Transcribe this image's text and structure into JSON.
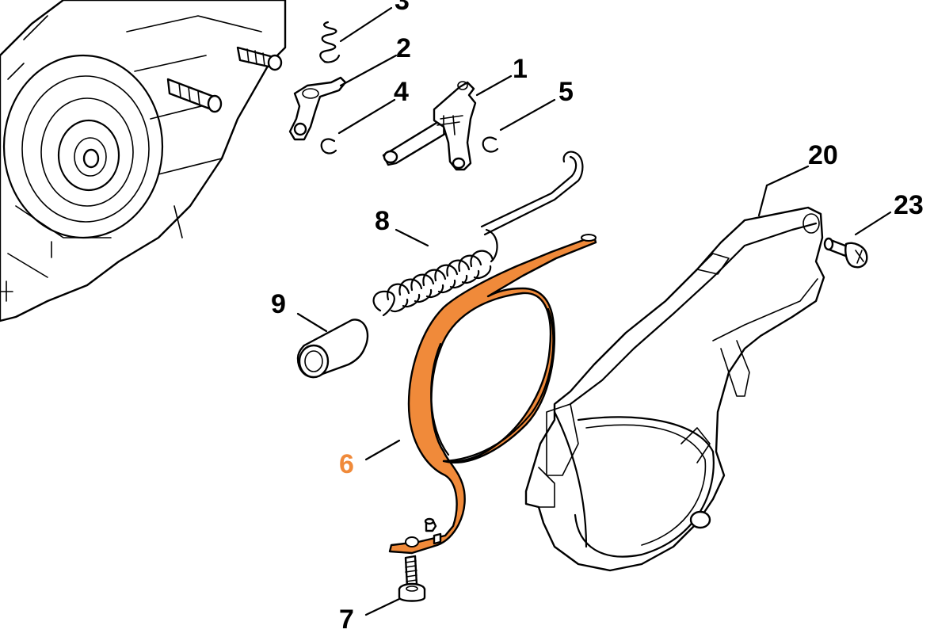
{
  "colors": {
    "highlight": "#F08A3A",
    "line": "#000000",
    "background": "#FFFFFF"
  },
  "callouts": [
    {
      "id": "3",
      "text": "3",
      "highlighted": false
    },
    {
      "id": "2",
      "text": "2",
      "highlighted": false
    },
    {
      "id": "1",
      "text": "1",
      "highlighted": false
    },
    {
      "id": "4",
      "text": "4",
      "highlighted": false
    },
    {
      "id": "5",
      "text": "5",
      "highlighted": false
    },
    {
      "id": "20",
      "text": "20",
      "highlighted": false
    },
    {
      "id": "23",
      "text": "23",
      "highlighted": false
    },
    {
      "id": "8",
      "text": "8",
      "highlighted": false
    },
    {
      "id": "9",
      "text": "9",
      "highlighted": false
    },
    {
      "id": "6",
      "text": "6",
      "highlighted": true
    },
    {
      "id": "7",
      "text": "7",
      "highlighted": false
    }
  ]
}
